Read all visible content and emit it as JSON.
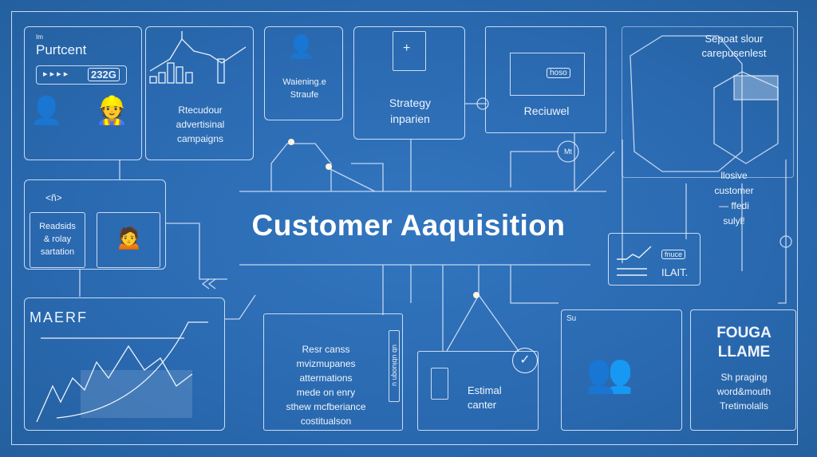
{
  "title": "Customer Aaquisition",
  "panels": {
    "percent": {
      "small": "Im",
      "heading": "Purtcent",
      "counter": "232G"
    },
    "ads": {
      "lines": [
        "Rtecudour",
        "advertisinal",
        "campaigns"
      ]
    },
    "waiening": {
      "lines": [
        "Waiening.e",
        "Straufe"
      ]
    },
    "strategy": {
      "lines": [
        "Strategy",
        "inparien"
      ]
    },
    "reciuwel": {
      "label": "Reciuwel",
      "screen_tag": "hoso",
      "circle_label": "Mt"
    },
    "sepoat": {
      "lines": [
        "Sepoat slour",
        "carepusenlest"
      ]
    },
    "llosive": {
      "lines": [
        "llosive",
        "customer",
        "— ffedi",
        "sulyl!"
      ]
    },
    "readsids": {
      "code": "<ñ>",
      "lines": [
        "Readsids",
        "& rolay",
        "sartation"
      ]
    },
    "ilait": {
      "tag": "fnuce",
      "label": "ILAIT."
    },
    "maerf": {
      "heading": "MAERF"
    },
    "resr": {
      "lines": [
        "Resr canss",
        "mvizmupanes",
        "attermations",
        "mede on enry",
        "sthew mcfberiance",
        "costitualson"
      ],
      "side": "ub ubiuoqn u"
    },
    "estimal": {
      "lines": [
        "Estimal",
        "canter"
      ]
    },
    "people": {
      "label": "Su"
    },
    "fouga": {
      "heading": [
        "FOUGA",
        "LLAME"
      ],
      "lines": [
        "Sh praging",
        "word&mouth",
        "Tretimolalls"
      ]
    }
  },
  "colors": {
    "background": "#2b6cb3",
    "line": "#e6f0ff",
    "glow": "#ffe8d0"
  }
}
